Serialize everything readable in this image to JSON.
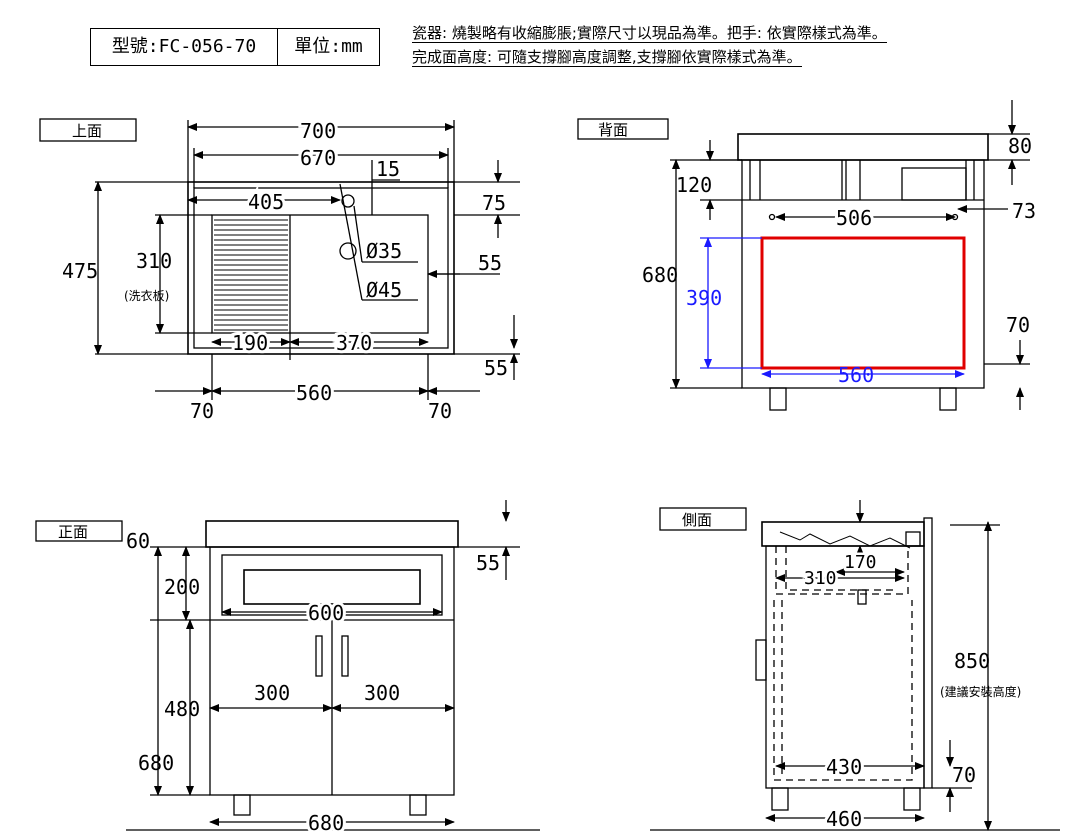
{
  "header": {
    "model": "型號:FC-056-70",
    "unit": "單位:mm",
    "note1": "瓷器: 燒製略有收縮膨脹;實際尺寸以現品為準。把手: 依實際樣式為準。",
    "note2": "完成面高度: 可隨支撐腳高度調整,支撐腳依實際樣式為準。"
  },
  "views": {
    "top": {
      "label": "上面",
      "dims": {
        "w700": "700",
        "w670": "670",
        "d15": "15",
        "d405": "405",
        "d75": "75",
        "h475": "475",
        "h310": "310",
        "washboard": "(洗衣板)",
        "phi35": "Ø35",
        "phi45": "Ø45",
        "d55a": "55",
        "d190": "190",
        "d370": "370",
        "d55b": "55",
        "d560": "560",
        "d70a": "70",
        "d70b": "70"
      }
    },
    "back": {
      "label": "背面",
      "dims": {
        "h80": "80",
        "h120": "120",
        "w506": "506",
        "d73": "73",
        "h680": "680",
        "h390": "390",
        "h70": "70",
        "w560": "560"
      }
    },
    "front": {
      "label": "正面",
      "dims": {
        "h60": "60",
        "h55": "55",
        "h200": "200",
        "w600": "600",
        "w300a": "300",
        "w300b": "300",
        "h480": "480",
        "h680": "680",
        "w680": "680"
      }
    },
    "side": {
      "label": "側面",
      "dims": {
        "w170": "170",
        "w310": "310",
        "h850": "850",
        "install": "(建議安裝高度)",
        "w430": "430",
        "h70": "70",
        "w460": "460"
      }
    }
  },
  "colors": {
    "line": "#000000",
    "highlight": "#e00000",
    "blue_dim": "#1a1aff"
  }
}
